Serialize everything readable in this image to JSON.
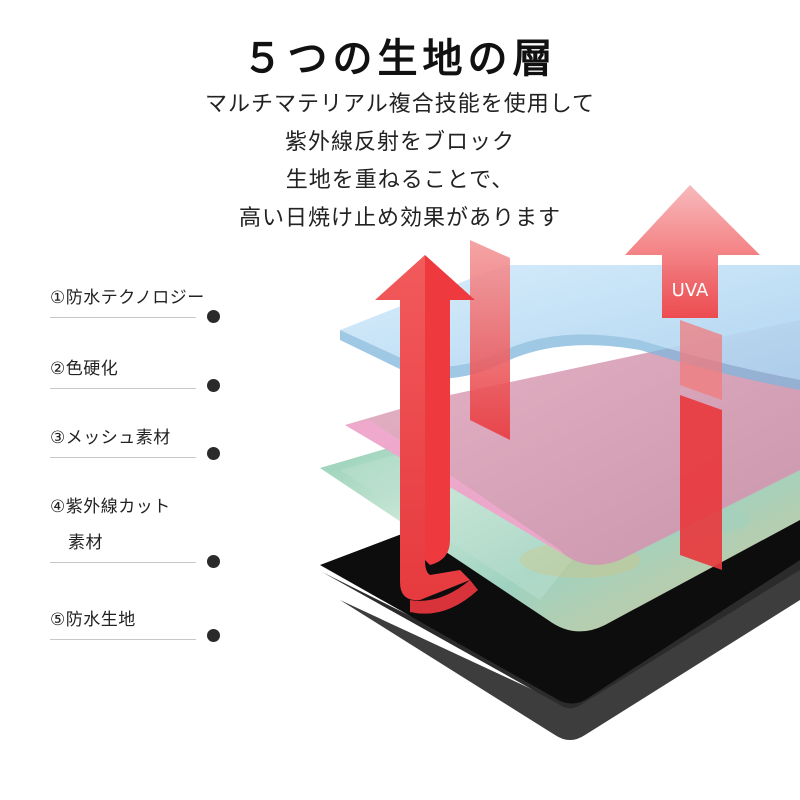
{
  "title": "５つの生地の層",
  "description_lines": [
    "マルチマテリアル複合技能を使用して",
    "紫外線反射をブロック",
    "生地を重ねることで、",
    "高い日焼け止め効果があります"
  ],
  "layers": [
    {
      "label": "①防水テクノロジー"
    },
    {
      "label": "②色硬化"
    },
    {
      "label": "③メッシュ素材"
    },
    {
      "label_line1": "④紫外線カット",
      "label_line2": "素材"
    },
    {
      "label": "⑤防水生地"
    }
  ],
  "uva_label": "UVA",
  "colors": {
    "arrow_red": "#ee3a3e",
    "layer_blue": "#b9dcf3",
    "layer_pink": "#d9a3b8",
    "layer_mesh": "#9fd1c1",
    "layer_black": "#0d0d0d"
  }
}
